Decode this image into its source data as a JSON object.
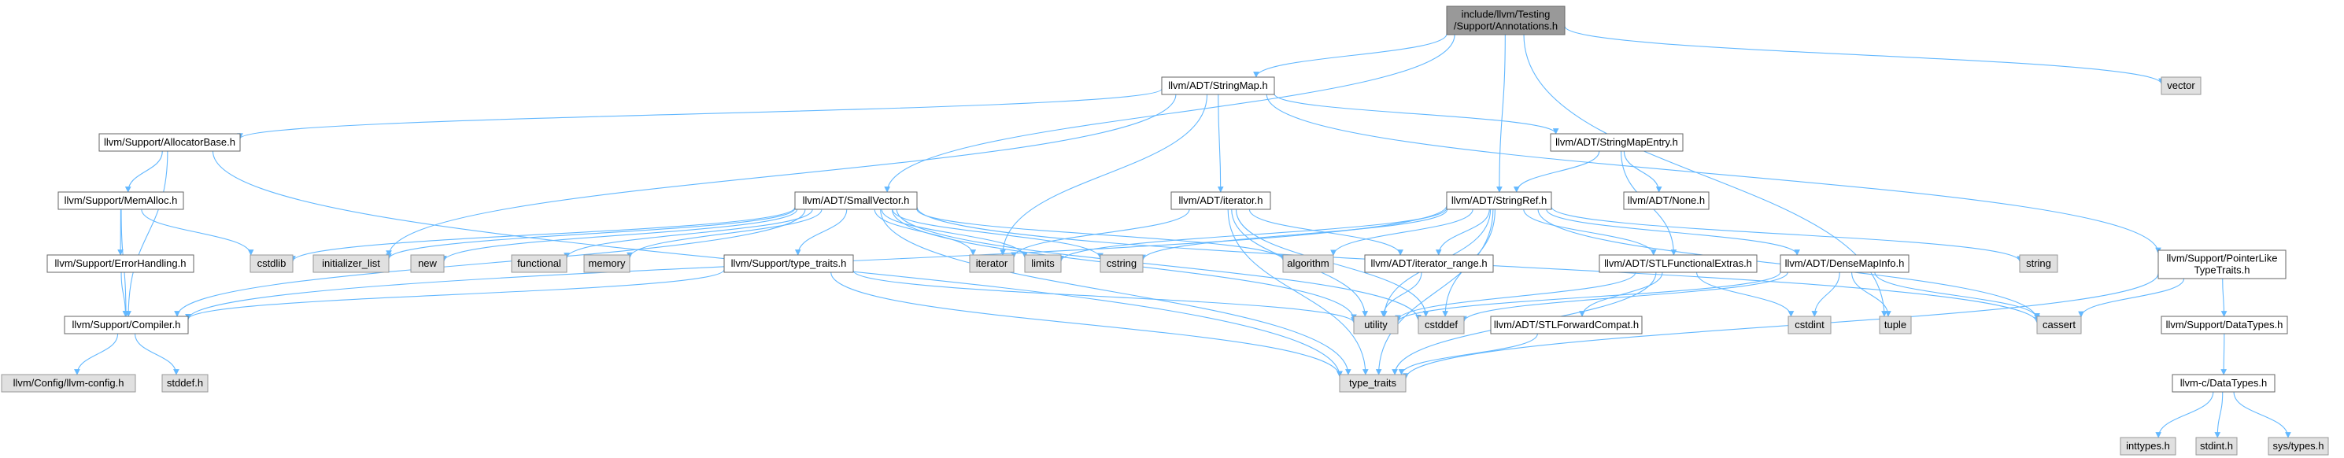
{
  "colors": {
    "edge": "#63b8ff",
    "root_fill": "#999999",
    "root_stroke": "#666666",
    "doc_fill": "#ffffff",
    "doc_stroke": "#666666",
    "ext_fill": "#e0e0e0",
    "ext_stroke": "#999999"
  },
  "nodes": [
    {
      "id": "annotations",
      "lines": [
        "include/llvm/Testing",
        "/Support/Annotations.h"
      ],
      "kind": "root"
    },
    {
      "id": "stringmap",
      "lines": [
        "llvm/ADT/StringMap.h"
      ],
      "kind": "doc"
    },
    {
      "id": "vector",
      "lines": [
        "vector"
      ],
      "kind": "ext"
    },
    {
      "id": "allocatorbase",
      "lines": [
        "llvm/Support/AllocatorBase.h"
      ],
      "kind": "doc"
    },
    {
      "id": "stringmapentry",
      "lines": [
        "llvm/ADT/StringMapEntry.h"
      ],
      "kind": "doc"
    },
    {
      "id": "memalloc",
      "lines": [
        "llvm/Support/MemAlloc.h"
      ],
      "kind": "doc"
    },
    {
      "id": "smallvector",
      "lines": [
        "llvm/ADT/SmallVector.h"
      ],
      "kind": "doc"
    },
    {
      "id": "iterator_h",
      "lines": [
        "llvm/ADT/iterator.h"
      ],
      "kind": "doc"
    },
    {
      "id": "stringref",
      "lines": [
        "llvm/ADT/StringRef.h"
      ],
      "kind": "doc"
    },
    {
      "id": "none",
      "lines": [
        "llvm/ADT/None.h"
      ],
      "kind": "doc"
    },
    {
      "id": "cstdlib",
      "lines": [
        "cstdlib"
      ],
      "kind": "ext"
    },
    {
      "id": "initlist",
      "lines": [
        "initializer_list"
      ],
      "kind": "ext"
    },
    {
      "id": "new",
      "lines": [
        "new"
      ],
      "kind": "ext"
    },
    {
      "id": "functional",
      "lines": [
        "functional"
      ],
      "kind": "ext"
    },
    {
      "id": "memory",
      "lines": [
        "memory"
      ],
      "kind": "ext"
    },
    {
      "id": "typetraits_h",
      "lines": [
        "llvm/Support/type_traits.h"
      ],
      "kind": "doc"
    },
    {
      "id": "iterator",
      "lines": [
        "iterator"
      ],
      "kind": "ext"
    },
    {
      "id": "limits",
      "lines": [
        "limits"
      ],
      "kind": "ext"
    },
    {
      "id": "cstring",
      "lines": [
        "cstring"
      ],
      "kind": "ext"
    },
    {
      "id": "algorithm",
      "lines": [
        "algorithm"
      ],
      "kind": "ext"
    },
    {
      "id": "iterrange",
      "lines": [
        "llvm/ADT/iterator_range.h"
      ],
      "kind": "doc"
    },
    {
      "id": "stlfunc",
      "lines": [
        "llvm/ADT/STLFunctionalExtras.h"
      ],
      "kind": "doc"
    },
    {
      "id": "densemapinfo",
      "lines": [
        "llvm/ADT/DenseMapInfo.h"
      ],
      "kind": "doc"
    },
    {
      "id": "string",
      "lines": [
        "string"
      ],
      "kind": "ext"
    },
    {
      "id": "pointerlike",
      "lines": [
        "llvm/Support/PointerLike",
        "TypeTraits.h"
      ],
      "kind": "doc"
    },
    {
      "id": "errorhandling",
      "lines": [
        "llvm/Support/ErrorHandling.h"
      ],
      "kind": "doc"
    },
    {
      "id": "compiler",
      "lines": [
        "llvm/Support/Compiler.h"
      ],
      "kind": "doc"
    },
    {
      "id": "utility",
      "lines": [
        "utility"
      ],
      "kind": "ext"
    },
    {
      "id": "cstddef",
      "lines": [
        "cstddef"
      ],
      "kind": "ext"
    },
    {
      "id": "stlfwd",
      "lines": [
        "llvm/ADT/STLForwardCompat.h"
      ],
      "kind": "doc"
    },
    {
      "id": "cstdint",
      "lines": [
        "cstdint"
      ],
      "kind": "ext"
    },
    {
      "id": "tuple",
      "lines": [
        "tuple"
      ],
      "kind": "ext"
    },
    {
      "id": "cassert",
      "lines": [
        "cassert"
      ],
      "kind": "ext"
    },
    {
      "id": "datatypes",
      "lines": [
        "llvm/Support/DataTypes.h"
      ],
      "kind": "doc"
    },
    {
      "id": "llvmconfig",
      "lines": [
        "llvm/Config/llvm-config.h"
      ],
      "kind": "ext"
    },
    {
      "id": "stddef",
      "lines": [
        "stddef.h"
      ],
      "kind": "ext"
    },
    {
      "id": "type_traits",
      "lines": [
        "type_traits"
      ],
      "kind": "ext"
    },
    {
      "id": "cdatatypes",
      "lines": [
        "llvm-c/DataTypes.h"
      ],
      "kind": "doc"
    },
    {
      "id": "inttypes",
      "lines": [
        "inttypes.h"
      ],
      "kind": "ext"
    },
    {
      "id": "stdint",
      "lines": [
        "stdint.h"
      ],
      "kind": "ext"
    },
    {
      "id": "systypes",
      "lines": [
        "sys/types.h"
      ],
      "kind": "ext"
    }
  ],
  "edges": [
    [
      "annotations",
      "stringmap"
    ],
    [
      "annotations",
      "smallvector"
    ],
    [
      "annotations",
      "stringref"
    ],
    [
      "annotations",
      "vector"
    ],
    [
      "annotations",
      "tuple"
    ],
    [
      "stringmap",
      "allocatorbase"
    ],
    [
      "stringmap",
      "stringmapentry"
    ],
    [
      "stringmap",
      "iterator_h"
    ],
    [
      "stringmap",
      "pointerlike"
    ],
    [
      "stringmap",
      "initlist"
    ],
    [
      "stringmap",
      "iterator"
    ],
    [
      "allocatorbase",
      "memalloc"
    ],
    [
      "allocatorbase",
      "compiler"
    ],
    [
      "allocatorbase",
      "type_traits"
    ],
    [
      "memalloc",
      "cstdlib"
    ],
    [
      "memalloc",
      "errorhandling"
    ],
    [
      "memalloc",
      "compiler"
    ],
    [
      "errorhandling",
      "compiler"
    ],
    [
      "compiler",
      "llvmconfig"
    ],
    [
      "compiler",
      "stddef"
    ],
    [
      "stringmapentry",
      "none"
    ],
    [
      "stringmapentry",
      "stringref"
    ],
    [
      "stringmapentry",
      "stlfunc"
    ],
    [
      "smallvector",
      "cstdlib"
    ],
    [
      "smallvector",
      "initlist"
    ],
    [
      "smallvector",
      "new"
    ],
    [
      "smallvector",
      "functional"
    ],
    [
      "smallvector",
      "memory"
    ],
    [
      "smallvector",
      "typetraits_h"
    ],
    [
      "smallvector",
      "iterator"
    ],
    [
      "smallvector",
      "limits"
    ],
    [
      "smallvector",
      "cstring"
    ],
    [
      "smallvector",
      "algorithm"
    ],
    [
      "smallvector",
      "compiler"
    ],
    [
      "smallvector",
      "utility"
    ],
    [
      "smallvector",
      "cstddef"
    ],
    [
      "smallvector",
      "cassert"
    ],
    [
      "smallvector",
      "type_traits"
    ],
    [
      "typetraits_h",
      "compiler"
    ],
    [
      "typetraits_h",
      "utility"
    ],
    [
      "typetraits_h",
      "type_traits"
    ],
    [
      "iterator_h",
      "iterrange"
    ],
    [
      "iterator_h",
      "iterator"
    ],
    [
      "iterator_h",
      "utility"
    ],
    [
      "iterator_h",
      "cstddef"
    ],
    [
      "iterator_h",
      "type_traits"
    ],
    [
      "iterrange",
      "utility"
    ],
    [
      "stringref",
      "algorithm"
    ],
    [
      "stringref",
      "cstring"
    ],
    [
      "stringref",
      "limits"
    ],
    [
      "stringref",
      "iterrange"
    ],
    [
      "stringref",
      "stlfunc"
    ],
    [
      "stringref",
      "densemapinfo"
    ],
    [
      "stringref",
      "string"
    ],
    [
      "stringref",
      "cassert"
    ],
    [
      "stringref",
      "utility"
    ],
    [
      "stringref",
      "cstddef"
    ],
    [
      "stringref",
      "type_traits"
    ],
    [
      "stringref",
      "compiler"
    ],
    [
      "stlfunc",
      "utility"
    ],
    [
      "stlfunc",
      "stlfwd"
    ],
    [
      "stlfunc",
      "cstdint"
    ],
    [
      "stlfunc",
      "type_traits"
    ],
    [
      "stlfwd",
      "type_traits"
    ],
    [
      "densemapinfo",
      "cassert"
    ],
    [
      "densemapinfo",
      "cstddef"
    ],
    [
      "densemapinfo",
      "cstdint"
    ],
    [
      "densemapinfo",
      "tuple"
    ],
    [
      "densemapinfo",
      "utility"
    ],
    [
      "pointerlike",
      "cassert"
    ],
    [
      "pointerlike",
      "datatypes"
    ],
    [
      "pointerlike",
      "type_traits"
    ],
    [
      "datatypes",
      "cdatatypes"
    ],
    [
      "cdatatypes",
      "inttypes"
    ],
    [
      "cdatatypes",
      "stdint"
    ],
    [
      "cdatatypes",
      "systypes"
    ]
  ]
}
